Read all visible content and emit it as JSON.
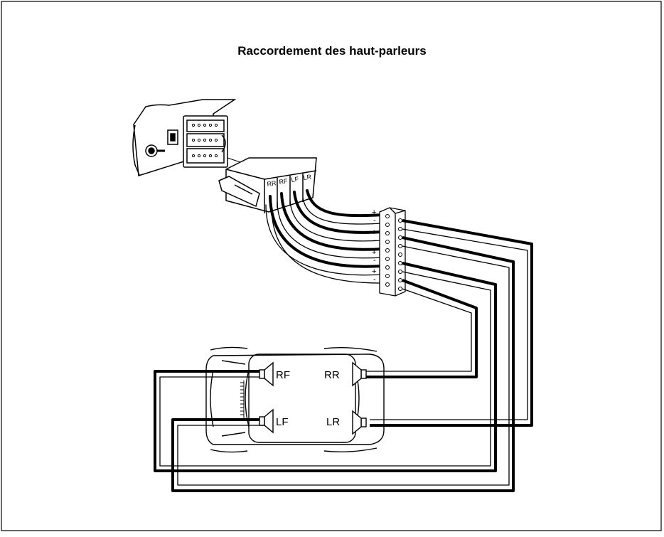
{
  "title": "Raccordement des haut-parleurs",
  "connector_labels": [
    "RR",
    "RF",
    "LF",
    "LR"
  ],
  "terminal_polarity": [
    "+",
    "-",
    "+",
    "-",
    "+",
    "-",
    "+",
    "-"
  ],
  "speakers": {
    "front_right": "RF",
    "rear_right": "RR",
    "front_left": "LF",
    "rear_left": "LR"
  }
}
